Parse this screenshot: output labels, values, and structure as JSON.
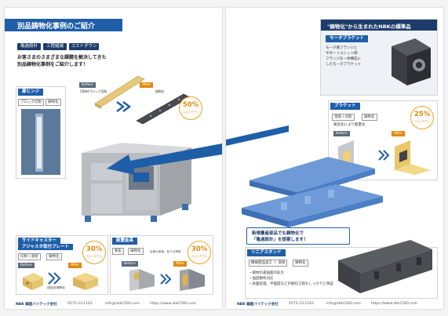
{
  "left_page": {
    "header_title": "別品鋳物化事例のご紹介",
    "chips": [
      "亀過設計",
      "工程縮減",
      "コストダウン"
    ],
    "intro_lines": [
      "お客さまのさまざまな課題を解決してきた",
      "別品鋳物化事例をご紹介します！"
    ],
    "top_product": {
      "before_label": "Before",
      "before_note": "切削材ブロック切削",
      "after_label": "After",
      "after_note": "鋳物化",
      "badge_percent": "50%",
      "badge_text": "コストダウン"
    },
    "hinge_card": {
      "title": "扉ヒンジ",
      "tags": [
        "ブロック切削",
        "鋳物化"
      ]
    },
    "plate_card": {
      "title_line1": "サイドキャスター",
      "title_line2": "アジャスタ取付プレート",
      "tags": [
        "切削＋溶接",
        "鋳物化"
      ],
      "badge_percent": "30%",
      "badge_text": "コストダウン",
      "before_label": "Before",
      "after_label": "After",
      "arrow_note": "1部品を鋳物化"
    },
    "bracket_card": {
      "title": "耐震金具",
      "tags": [
        "製缶",
        "鋳物化"
      ],
      "note": "台座の削減・反りの抑制",
      "badge_percent": "30%",
      "badge_text": "コストダウン",
      "before_label": "Before",
      "after_label": "After"
    },
    "footer": {
      "company": "NBK 鍋屋バイテック会社",
      "phone": "0575-23-1162",
      "email": "info@nbk1560.com",
      "web": "https://www.nbk1560.com"
    }
  },
  "right_page": {
    "std_box_title": "\"鋳物化\"から生まれたNBKの標準品",
    "motor_card": {
      "title": "モータブラケット",
      "desc_lines": [
        "モータ側フランジと",
        "サポートユニット側",
        "フランジを一体構造に",
        "したモータブラケット"
      ]
    },
    "bracket_card": {
      "title": "ブラケット",
      "tags": [
        "溶接＋切削",
        "鋳物化"
      ],
      "note": "鋳造化により軽量化",
      "badge_percent": "25%",
      "badge_text": "コストダウン",
      "before_label": "Before",
      "after_label": "After"
    },
    "callout_lines": [
      "新規量産部品でも鋳物化で",
      "「亀過設計」を提案します！"
    ],
    "linear_card": {
      "title": "リニアスタンド",
      "tags": [
        "機械部品加工 ＋ 溶接",
        "鋳物化"
      ],
      "bullets": [
        "・鋼材の運送面の拡大",
        "・強度解析対応",
        "・表面処理、平面度などの梱包工程もしっかりと保証"
      ]
    },
    "footer": {
      "company": "NBK 鍋屋バイテック会社",
      "phone": "0575-23-1162",
      "email": "info@nbk1560.com",
      "web": "https://www.nbk1560.com"
    }
  },
  "colors": {
    "brand_blue": "#1e5ea8",
    "navy": "#1d3c6a",
    "orange": "#e08a10"
  }
}
